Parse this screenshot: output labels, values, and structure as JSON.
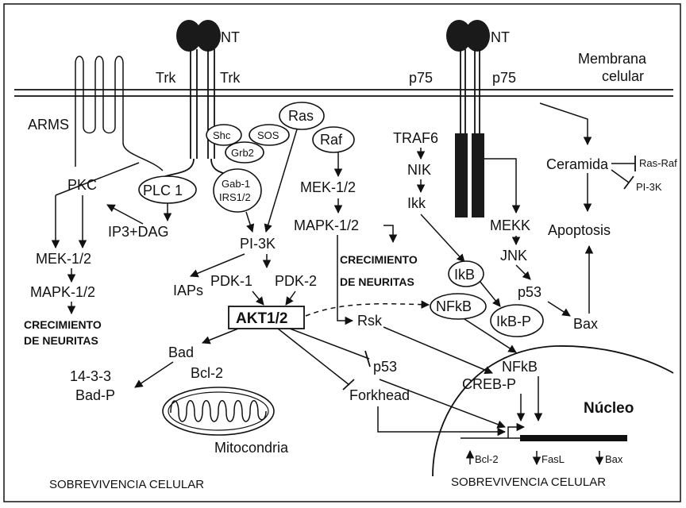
{
  "labels": {
    "nt_left": "NT",
    "nt_right": "NT",
    "trk_1": "Trk",
    "trk_2": "Trk",
    "p75_1": "p75",
    "p75_2": "p75",
    "membrana_1": "Membrana",
    "membrana_2": "celular",
    "arms": "ARMS",
    "plc1": "PLC 1",
    "pkc": "PKC",
    "ip3dag": "IP3+DAG",
    "mek_left": "MEK-1/2",
    "mapk_left": "MAPK-1/2",
    "crec_left_1": "CRECIMIENTO",
    "crec_left_2": "DE NEURITAS",
    "shc": "Shc",
    "sos": "SOS",
    "grb2": "Grb2",
    "ras": "Ras",
    "raf": "Raf",
    "gab1_1": "Gab-1",
    "gab1_2": "IRS1/2",
    "pi3k": "PI-3K",
    "iaps": "IAPs",
    "pdk1": "PDK-1",
    "pdk2": "PDK-2",
    "akt": "AKT1/2",
    "bad": "Bad",
    "bcl2_mito": "Bcl-2",
    "p1433": "14-3-3",
    "badp": "Bad-P",
    "mitocondria": "Mitocondria",
    "sobre_left": "SOBREVIVENCIA CELULAR",
    "mek_mid": "MEK-1/2",
    "mapk_mid": "MAPK-1/2",
    "crec_mid_1": "CRECIMIENTO",
    "crec_mid_2": "DE NEURITAS",
    "rsk": "Rsk",
    "p53_mid": "p53",
    "forkhead": "Forkhead",
    "traf6": "TRAF6",
    "nik": "NIK",
    "ikk": "Ikk",
    "mekk": "MEKK",
    "jnk": "JNK",
    "ikb": "IkB",
    "nfkb_oval": "NFkB",
    "ikbp": "IkB-P",
    "p53_right": "p53",
    "bax": "Bax",
    "ceramida": "Ceramida",
    "rasraf": "Ras-Raf",
    "pi3k_small": "PI-3K",
    "apoptosis": "Apoptosis",
    "nucleo": "Núcleo",
    "nfkb_nuc": "NFkB",
    "crebp": "CREB-P",
    "bcl2_nuc": "Bcl-2",
    "fasl": "FasL",
    "bax_nuc": "Bax",
    "sobre_right": "SOBREVIVENCIA CELULAR"
  },
  "colors": {
    "line": "#111111",
    "receptor_fill": "#1a1a1a",
    "background": "#ffffff"
  }
}
